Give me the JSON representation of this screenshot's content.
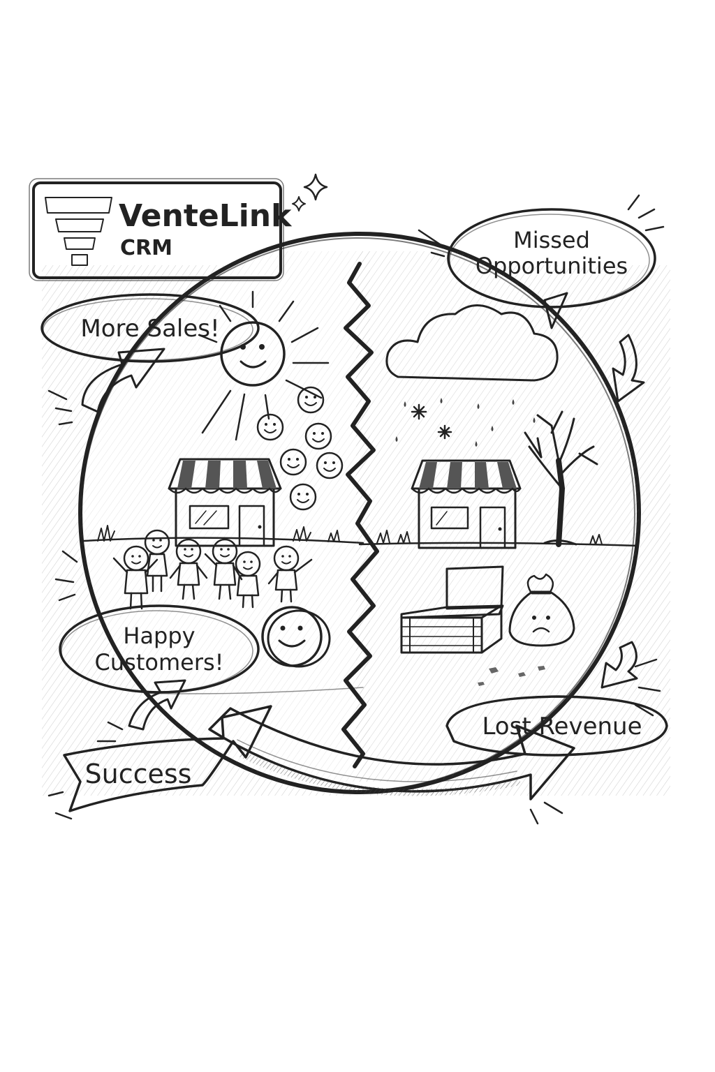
{
  "logo": {
    "name": "VenteLink",
    "subtitle": "CRM"
  },
  "labels": {
    "more_sales": "More Sales!",
    "happy_customers_line1": "Happy",
    "happy_customers_line2": "Customers!",
    "success": "Success",
    "missed_line1": "Missed",
    "missed_line2": "Opportunities",
    "lost_revenue": "Lost Revenue"
  },
  "colors": {
    "ink": "#222222",
    "paper": "#ffffff",
    "shade": "#777777"
  },
  "icons": [
    "funnel-logo-icon",
    "sparkle-icon",
    "smiling-sun-icon",
    "smiley-coin-icon",
    "shop-icon",
    "stick-figure-icon",
    "storm-cloud-icon",
    "bare-tree-icon",
    "empty-chest-icon",
    "sad-money-bag-icon",
    "crack-divider-icon"
  ]
}
